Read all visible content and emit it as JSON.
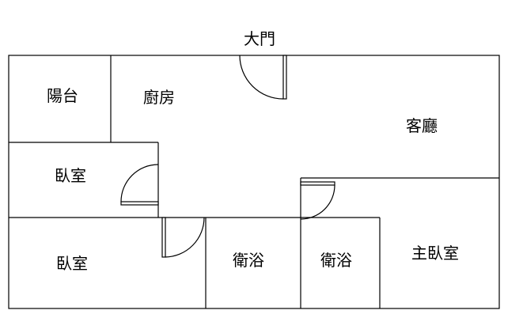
{
  "title": "大門",
  "rooms": {
    "balcony": "陽台",
    "kitchen": "廚房",
    "living_room": "客廳",
    "bedroom_1": "臥室",
    "bedroom_2": "臥室",
    "bathroom_1": "衛浴",
    "bathroom_2": "衛浴",
    "master_bedroom": "主臥室"
  },
  "colors": {
    "line": "#000000",
    "background": "#ffffff"
  }
}
